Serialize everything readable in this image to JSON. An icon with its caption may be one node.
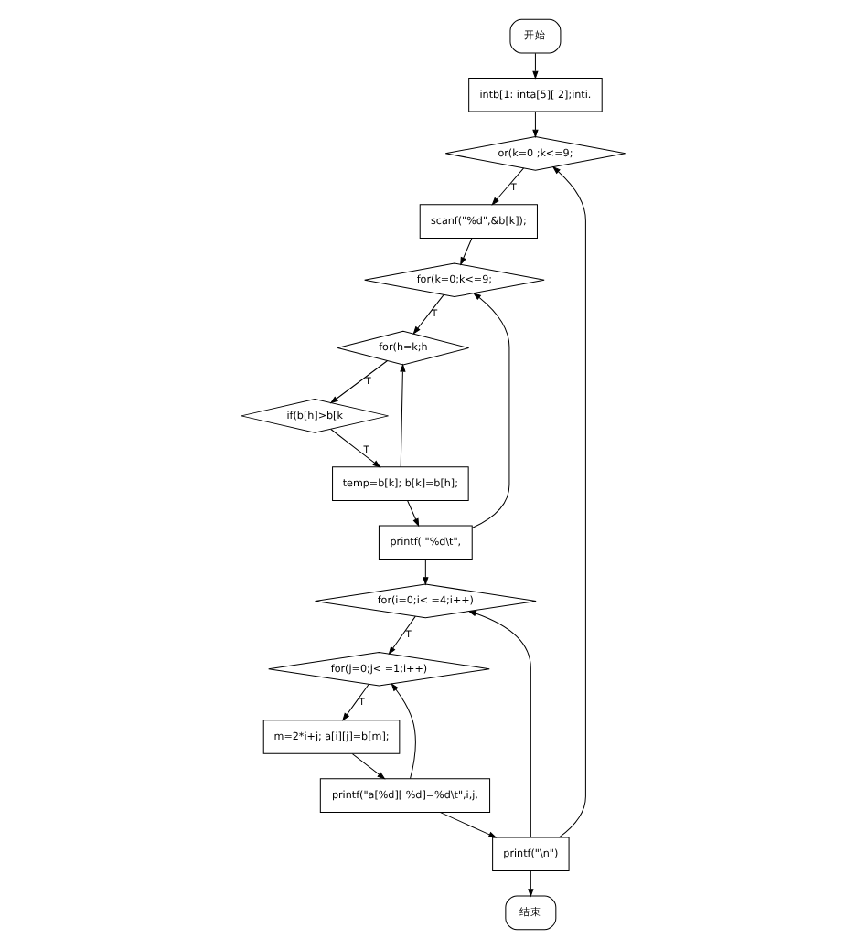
{
  "diagram": {
    "nodes": [
      {
        "text": [
          "开始"
        ]
      },
      {
        "text": [
          "intb[1: inta[5][ 2];inti."
        ]
      },
      {
        "text": [
          "or(k=0 ;k<=9;"
        ]
      },
      {
        "text": [
          "scanf(\"%d\",&b[k]);"
        ]
      },
      {
        "text": [
          "for(k=0;k<=9;"
        ]
      },
      {
        "text": [
          "for(h=k;h"
        ]
      },
      {
        "text": [
          "if(b[h]>b[k"
        ]
      },
      {
        "text": [
          "temp=b[k]; b[k]=b[h];"
        ]
      },
      {
        "text": [
          "printf( \"%d\\t\","
        ]
      },
      {
        "text": [
          "for(i=0;i< =4;i++)"
        ]
      },
      {
        "text": [
          "for(j=0;j< =1;i++)"
        ]
      },
      {
        "text": [
          "m=2*i+j; a[i][j]=b[m];"
        ]
      },
      {
        "text": [
          "printf(\"a[%d][ %d]=%d\\t\",i,j,"
        ]
      },
      {
        "text": [
          "printf(\"\\n\")"
        ]
      },
      {
        "text": [
          "结束"
        ]
      }
    ],
    "edges": [
      {
        "from": 0,
        "to": 1,
        "arrow": "to"
      },
      {
        "from": 1,
        "to": 2,
        "arrow": "to"
      },
      {
        "from": 2,
        "to": 3,
        "arrow": "to",
        "label": "T"
      },
      {
        "from": 13,
        "to": 2,
        "arrow": "to"
      },
      {
        "from": 3,
        "to": 4,
        "arrow": "to"
      },
      {
        "from": 4,
        "to": 5,
        "arrow": "to",
        "label": "T"
      },
      {
        "from": 5,
        "to": 6,
        "arrow": "to",
        "label": "T"
      },
      {
        "from": 6,
        "to": 7,
        "arrow": "to",
        "label": "T"
      },
      {
        "from": 7,
        "to": 8,
        "arrow": "to"
      },
      {
        "from": 7,
        "to": 5,
        "arrow": "to"
      },
      {
        "from": 8,
        "to": 4,
        "arrow": "to"
      },
      {
        "from": 8,
        "to": 9,
        "arrow": "to"
      },
      {
        "from": 9,
        "to": 10,
        "arrow": "to",
        "label": "T"
      },
      {
        "from": 10,
        "to": 11,
        "arrow": "to",
        "label": "T"
      },
      {
        "from": 11,
        "to": 12,
        "arrow": "to"
      },
      {
        "from": 12,
        "to": 10,
        "arrow": "to"
      },
      {
        "from": 12,
        "to": 13,
        "arrow": "to"
      },
      {
        "from": 13,
        "to": 9,
        "arrow": "to"
      },
      {
        "from": 13,
        "to": 14,
        "arrow": "to"
      }
    ]
  }
}
